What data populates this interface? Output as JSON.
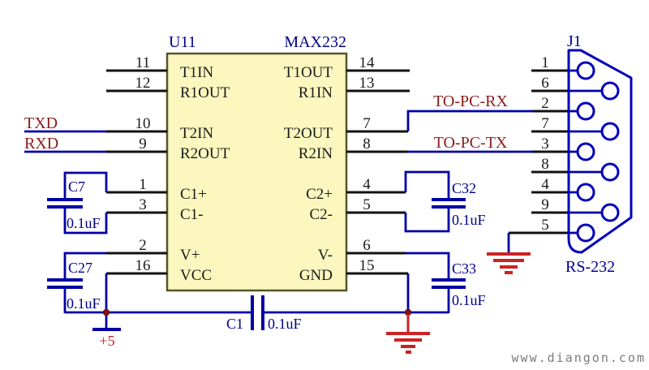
{
  "chip": {
    "refdes": "U11",
    "part": "MAX232",
    "left_pins": [
      {
        "num": "11",
        "name": "T1IN"
      },
      {
        "num": "12",
        "name": "R1OUT"
      },
      {
        "num": "10",
        "name": "T2IN"
      },
      {
        "num": "9",
        "name": "R2OUT"
      },
      {
        "num": "1",
        "name": "C1+"
      },
      {
        "num": "3",
        "name": "C1-"
      },
      {
        "num": "2",
        "name": "V+"
      },
      {
        "num": "16",
        "name": "VCC"
      }
    ],
    "right_pins": [
      {
        "num": "14",
        "name": "T1OUT"
      },
      {
        "num": "13",
        "name": "R1IN"
      },
      {
        "num": "7",
        "name": "T2OUT"
      },
      {
        "num": "8",
        "name": "R2IN"
      },
      {
        "num": "4",
        "name": "C2+"
      },
      {
        "num": "5",
        "name": "C2-"
      },
      {
        "num": "6",
        "name": "V-"
      },
      {
        "num": "15",
        "name": "GND"
      }
    ]
  },
  "nets": {
    "txd": "TXD",
    "rxd": "RXD",
    "to_pc_rx": "TO-PC-RX",
    "to_pc_tx": "TO-PC-TX",
    "supply": "+5"
  },
  "capacitors": {
    "c7": {
      "ref": "C7",
      "value": "0.1uF"
    },
    "c27": {
      "ref": "C27",
      "value": "0.1uF"
    },
    "c32": {
      "ref": "C32",
      "value": "0.1uF"
    },
    "c33": {
      "ref": "C33",
      "value": "0.1uF"
    },
    "c1": {
      "ref": "C1",
      "value": "0.1uF"
    }
  },
  "connector": {
    "refdes": "J1",
    "label": "RS-232",
    "pins": [
      "1",
      "6",
      "2",
      "7",
      "3",
      "8",
      "4",
      "9",
      "5"
    ]
  },
  "watermark": "www.diangon.com",
  "colors": {
    "wire_blue": "#0000A6",
    "label_navy": "#00008B",
    "signal_red": "#8B1A1A",
    "ground_red": "#CC2222",
    "chip_fill": "#FBF7BE"
  }
}
